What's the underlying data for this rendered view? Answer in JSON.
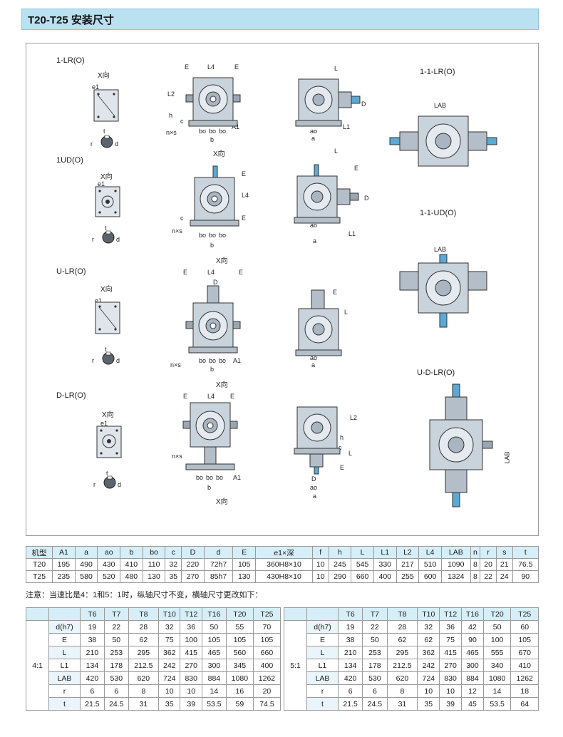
{
  "title": "T20-T25 安装尺寸",
  "drawings": {
    "labels": {
      "lr": "1-LR(O)",
      "ud": "1UD(O)",
      "ulr": "U-LR(O)",
      "dlr": "D-LR(O)",
      "one_one_lr": "1-1-LR(O)",
      "one_one_ud": "1-1-UD(O)",
      "udlr": "U-D-LR(O)",
      "x_view": "X向",
      "e1": "e1",
      "t": "t",
      "r": "r",
      "d": "d",
      "E": "E",
      "L4": "L4",
      "L2": "L2",
      "L": "L",
      "D": "D",
      "h": "h",
      "c": "c",
      "bo": "bo",
      "b": "b",
      "A1": "A1",
      "nxs": "n×s",
      "ao": "ao",
      "a": "a",
      "L1": "L1",
      "LAB": "LAB"
    }
  },
  "main_table": {
    "headers": [
      "机型",
      "A1",
      "a",
      "ao",
      "b",
      "bo",
      "c",
      "D",
      "d",
      "E",
      "e1×深",
      "f",
      "h",
      "L",
      "L1",
      "L2",
      "L4",
      "LAB",
      "n",
      "r",
      "s",
      "t"
    ],
    "rows": [
      [
        "T20",
        "195",
        "490",
        "430",
        "410",
        "110",
        "32",
        "220",
        "72h7",
        "105",
        "360H8×10",
        "10",
        "245",
        "545",
        "330",
        "217",
        "510",
        "1090",
        "8",
        "20",
        "21",
        "76.5"
      ],
      [
        "T25",
        "235",
        "580",
        "520",
        "480",
        "130",
        "35",
        "270",
        "85h7",
        "130",
        "430H8×10",
        "10",
        "290",
        "660",
        "400",
        "255",
        "600",
        "1324",
        "8",
        "22",
        "24",
        "90"
      ]
    ]
  },
  "note": "注意：当速比是4：1和5：1时，纵轴尺寸不变，横轴尺寸更改如下：",
  "ratio_tables": [
    {
      "ratio": "4:1",
      "headers": [
        "T6",
        "T7",
        "T8",
        "T10",
        "T12",
        "T16",
        "T20",
        "T25"
      ],
      "rows": [
        {
          "param": "d(h7)",
          "values": [
            "19",
            "22",
            "28",
            "32",
            "36",
            "50",
            "55",
            "70"
          ]
        },
        {
          "param": "E",
          "values": [
            "38",
            "50",
            "62",
            "75",
            "100",
            "105",
            "105",
            "105"
          ]
        },
        {
          "param": "L",
          "values": [
            "210",
            "253",
            "295",
            "362",
            "415",
            "465",
            "560",
            "660"
          ]
        },
        {
          "param": "L1",
          "values": [
            "134",
            "178",
            "212.5",
            "242",
            "270",
            "300",
            "345",
            "400"
          ]
        },
        {
          "param": "LAB",
          "values": [
            "420",
            "530",
            "620",
            "724",
            "830",
            "884",
            "1080",
            "1262"
          ]
        },
        {
          "param": "r",
          "values": [
            "6",
            "6",
            "8",
            "10",
            "10",
            "14",
            "16",
            "20"
          ]
        },
        {
          "param": "t",
          "values": [
            "21.5",
            "24.5",
            "31",
            "35",
            "39",
            "53.5",
            "59",
            "74.5"
          ]
        }
      ]
    },
    {
      "ratio": "5:1",
      "headers": [
        "T6",
        "T7",
        "T8",
        "T10",
        "T12",
        "T16",
        "T20",
        "T25"
      ],
      "rows": [
        {
          "param": "d(h7)",
          "values": [
            "19",
            "22",
            "28",
            "32",
            "36",
            "42",
            "50",
            "60"
          ]
        },
        {
          "param": "E",
          "values": [
            "38",
            "50",
            "62",
            "62",
            "75",
            "90",
            "100",
            "105"
          ]
        },
        {
          "param": "L",
          "values": [
            "210",
            "253",
            "295",
            "362",
            "415",
            "465",
            "555",
            "670"
          ]
        },
        {
          "param": "L1",
          "values": [
            "134",
            "178",
            "212.5",
            "242",
            "270",
            "300",
            "340",
            "410"
          ]
        },
        {
          "param": "LAB",
          "values": [
            "420",
            "530",
            "620",
            "724",
            "830",
            "884",
            "1080",
            "1262"
          ]
        },
        {
          "param": "r",
          "values": [
            "6",
            "6",
            "8",
            "10",
            "10",
            "12",
            "14",
            "18"
          ]
        },
        {
          "param": "t",
          "values": [
            "21.5",
            "24.5",
            "31",
            "35",
            "39",
            "45",
            "53.5",
            "64"
          ]
        }
      ]
    }
  ],
  "colors": {
    "title_bg": "#b9e1f0",
    "header_bg": "#d6eef7",
    "border": "#9a9a9a",
    "gear_fill": "#c9d3dc",
    "shaft": "#5aa9d6"
  }
}
